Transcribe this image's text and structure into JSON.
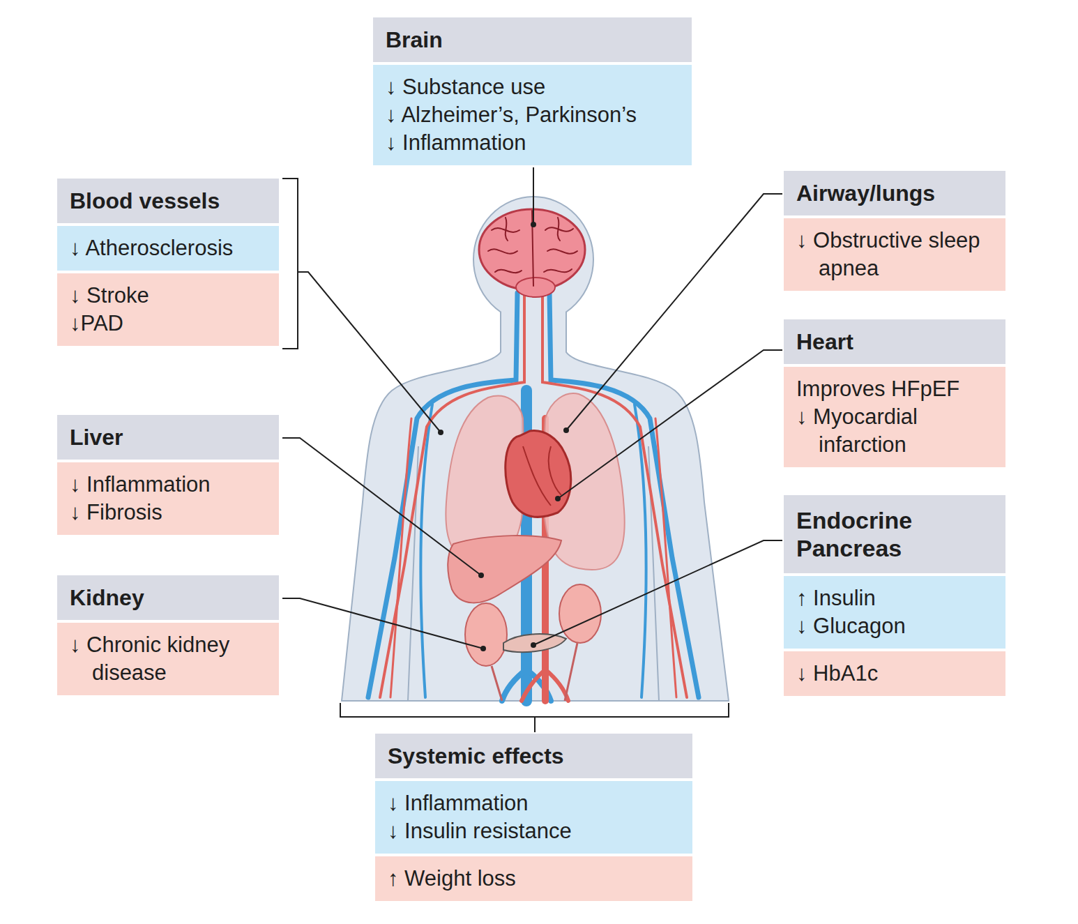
{
  "diagram": {
    "nodes": [
      {
        "text": [
          "Brain"
        ]
      },
      {
        "text": [
          "↓ Substance use",
          "↓ Alzheimer’s, Parkinson’s",
          "↓ Inflammation"
        ],
        "in": 0
      },
      {
        "text": [
          "Blood vessels"
        ]
      },
      {
        "text": [
          "↓ Atherosclerosis"
        ],
        "in": 2
      },
      {
        "text": [
          "↓ Stroke",
          "↓PAD"
        ],
        "in": 2
      },
      {
        "text": [
          "Airway/lungs"
        ]
      },
      {
        "text": [
          "↓ Obstructive sleep apnea"
        ],
        "in": 5
      },
      {
        "text": [
          "Heart"
        ]
      },
      {
        "text": [
          "Improves HFpEF",
          "↓ Myocardial infarction"
        ],
        "in": 7
      },
      {
        "text": [
          "Liver"
        ]
      },
      {
        "text": [
          "↓ Inflammation",
          "↓ Fibrosis"
        ],
        "in": 9
      },
      {
        "text": [
          "Endocrine Pancreas"
        ]
      },
      {
        "text": [
          "↑ Insulin",
          "↓ Glucagon"
        ],
        "in": 11
      },
      {
        "text": [
          "↓ HbA1c"
        ],
        "in": 11
      },
      {
        "text": [
          "Kidney"
        ]
      },
      {
        "text": [
          "↓ Chronic kidney disease"
        ],
        "in": 14
      },
      {
        "text": [
          "Systemic effects"
        ]
      },
      {
        "text": [
          "↓ Inflammation",
          "↓ Insulin resistance"
        ],
        "in": 16
      },
      {
        "text": [
          "↑ Weight loss"
        ],
        "in": 16
      }
    ]
  }
}
